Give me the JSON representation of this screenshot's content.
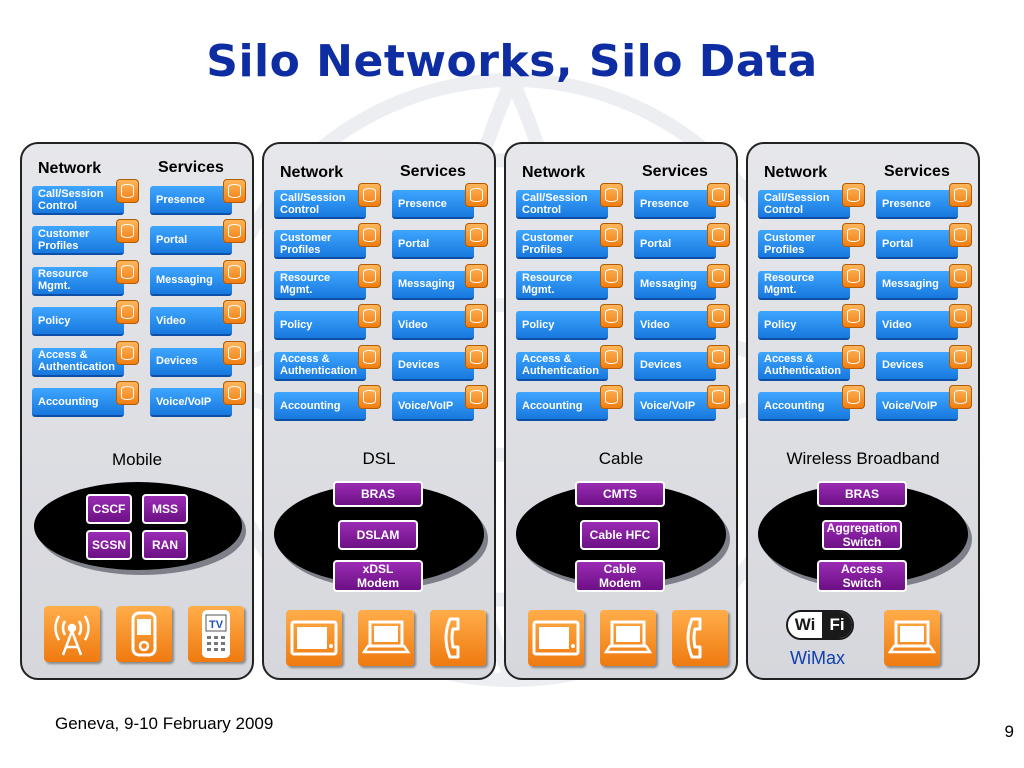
{
  "title": "Silo Networks, Silo Data",
  "headers": {
    "network": "Network",
    "services": "Services"
  },
  "network_buttons": [
    "Call/Session\nControl",
    "Customer\nProfiles",
    "Resource\nMgmt.",
    "Policy",
    "Access &\nAuthentication",
    "Accounting"
  ],
  "service_buttons": [
    "Presence",
    "Portal",
    "Messaging",
    "Video",
    "Devices",
    "Voice/VoIP"
  ],
  "silos": [
    {
      "label": "Mobile",
      "nodes": [
        "CSCF",
        "MSS",
        "SGSN",
        "RAN"
      ],
      "devices": [
        "antenna-icon",
        "mobile-phone-icon",
        "mobile-tv-icon"
      ]
    },
    {
      "label": "DSL",
      "nodes": [
        "BRAS",
        "DSLAM",
        "xDSL\nModem"
      ],
      "devices": [
        "tv-icon",
        "laptop-icon",
        "phone-icon"
      ]
    },
    {
      "label": "Cable",
      "nodes": [
        "CMTS",
        "Cable HFC",
        "Cable\nModem"
      ],
      "devices": [
        "tv-icon",
        "laptop-icon",
        "phone-icon"
      ]
    },
    {
      "label": "Wireless Broadband",
      "nodes": [
        "BRAS",
        "Aggregation\nSwitch",
        "Access\nSwitch"
      ],
      "devices": [
        "wifi-logo",
        "laptop-icon"
      ],
      "wifi_logo_text": "Wi Fi",
      "wimax_label": "WiMax"
    }
  ],
  "footer": {
    "date": "Geneva, 9-10 February 2009",
    "page": "9"
  },
  "colors": {
    "title": "#0f2da3",
    "button_blue": "#1f86ec",
    "db_orange": "#f28a1e",
    "node_purple": "#7b1a93"
  }
}
